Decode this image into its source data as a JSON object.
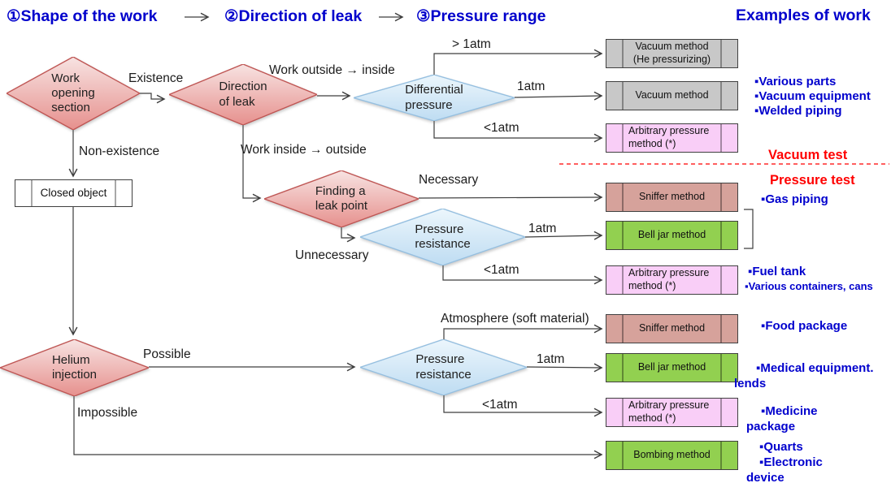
{
  "header": {
    "step1": "①Shape of the work",
    "step2": "②Direction of leak",
    "step3": "③Pressure range",
    "examples_title": "Examples of work"
  },
  "nodes": {
    "work_opening": "Work\nopening\nsection",
    "direction": "Direction\nof leak",
    "differential": "Differential\npressure",
    "finding": "Finding a\nleak point",
    "pressure_mid": "Pressure\nresistance",
    "helium": "Helium\ninjection",
    "pressure_bot": "Pressure\nresistance",
    "closed_object": "Closed object"
  },
  "methods": [
    {
      "label": "Vacuum method\n(He pressurizing)",
      "color": "gray"
    },
    {
      "label": "Vacuum method",
      "color": "gray"
    },
    {
      "label": "Arbitrary pressure\nmethod (*)",
      "color": "pink"
    },
    {
      "label": "Sniffer method",
      "color": "rose"
    },
    {
      "label": "Bell jar method",
      "color": "green"
    },
    {
      "label": "Arbitrary pressure\nmethod (*)",
      "color": "pink"
    },
    {
      "label": "Sniffer method",
      "color": "rose"
    },
    {
      "label": "Bell jar method",
      "color": "green"
    },
    {
      "label": "Arbitrary pressure\nmethod (*)",
      "color": "pink"
    },
    {
      "label": "Bombing method",
      "color": "green"
    }
  ],
  "labels": {
    "existence": "Existence",
    "non_existence": "Non-existence",
    "work_outside_inside": "Work outside → inside",
    "work_inside_outside": "Work inside → outside",
    "gt_1atm": "> 1atm",
    "eq_1atm_top": "1atm",
    "lt_1atm_top": "<1atm",
    "necessary": "Necessary",
    "unnecessary": "Unnecessary",
    "eq_1atm_mid": "1atm",
    "lt_1atm_mid": "<1atm",
    "atmosphere": "Atmosphere (soft material)",
    "possible": "Possible",
    "impossible": "Impossible",
    "eq_1atm_bot": "1atm",
    "lt_1atm_bot": "<1atm"
  },
  "examples": {
    "vacuum_test": "Vacuum test",
    "pressure_test": "Pressure test",
    "various_parts": "▪Various parts",
    "vacuum_equipment": "▪Vacuum equipment",
    "welded_piping": "▪Welded piping",
    "gas_piping": "▪Gas piping",
    "fuel_tank": "▪Fuel tank",
    "containers": "▪Various containers, cans",
    "food_package": "▪Food package",
    "medical_1": "▪Medical equipment.",
    "medical_2": "lends",
    "medicine_1": "▪Medicine",
    "medicine_2": "package",
    "quarts": "▪Quarts",
    "electronic_1": "▪Electronic",
    "electronic_2": "device"
  },
  "colors": {
    "header_blue": "#0000cc",
    "example_blue": "#0000cd",
    "alert_red": "#ff0000",
    "box_gray": "#c8c8c8",
    "box_rose": "#d6a29b",
    "box_green": "#92d050",
    "box_pink": "#f9cef7",
    "diamond_pink_top": "#f7e3e2",
    "diamond_pink_bottom": "#e6908d",
    "diamond_pink_border": "#bf5654",
    "diamond_blue_top": "#ecf6fc",
    "diamond_blue_bottom": "#bedcf2",
    "diamond_blue_border": "#95bfe0",
    "connector": "#3d3d3d"
  }
}
